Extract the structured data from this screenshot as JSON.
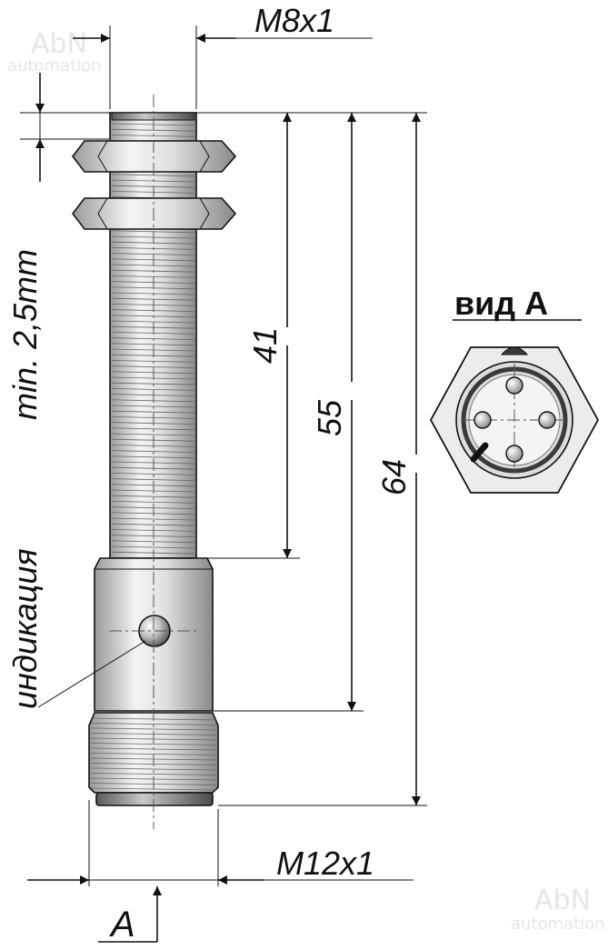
{
  "watermark": {
    "brand": "AbN",
    "sub": "automation"
  },
  "dimensions": {
    "top_thread": "M8x1",
    "bottom_thread": "M12x1",
    "min_gap": "min. 2,5mm",
    "indicator": "индикация",
    "len_threaded": "41",
    "len_to_indicator_end": "55",
    "len_total": "64",
    "view_arrow": "A"
  },
  "view": {
    "title": "вид А"
  },
  "colors": {
    "ink": "#111111",
    "body_light": "#f2f2f2",
    "body_dark": "#8a8a8a"
  }
}
